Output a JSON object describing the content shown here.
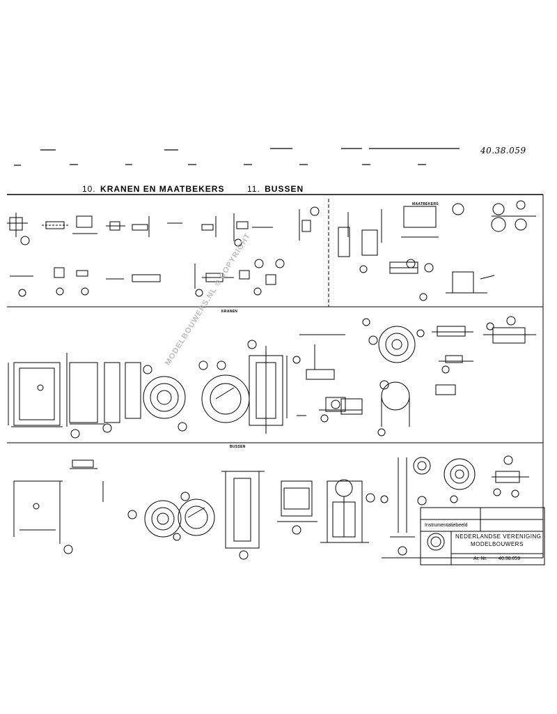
{
  "sheet": {
    "handwritten_number": "40.38.059",
    "heading_left_number": "10.",
    "heading_left_title": "KRANEN EN MAATBEKERS",
    "heading_right_number": "11.",
    "heading_right_title": "BUSSEN"
  },
  "section_captions": {
    "maatbekers": "MAATBEKERS",
    "kranen": "KRANEN",
    "bussen": "BUSSEN"
  },
  "title_block": {
    "drawing_type": "Instrumentatiebeeld",
    "organisation_line1": "NEDERLANDSE VERENIGING",
    "organisation_line2": "MODELBOUWERS",
    "archive_label": "Ar. Nr.",
    "archive_number": "40.38.059"
  },
  "watermark": "MODELBOUWERS.NL © COPYRIGHT"
}
